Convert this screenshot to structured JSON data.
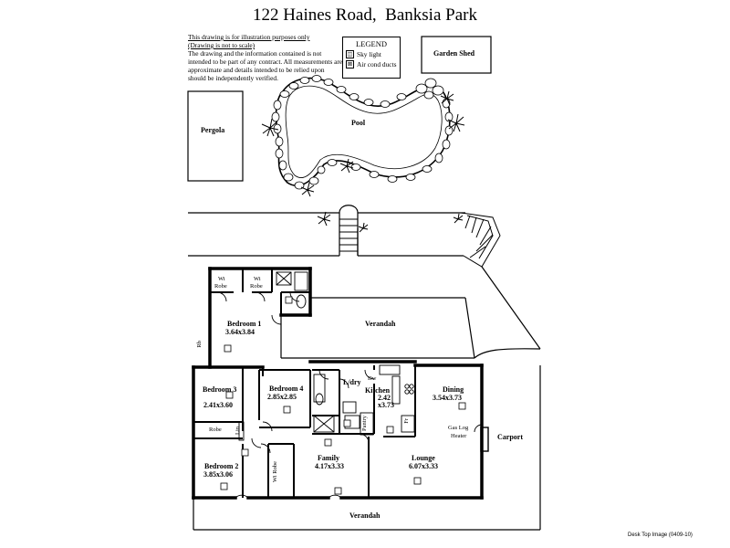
{
  "title": "122 Haines Road,  Banksia Park",
  "disclaimer": {
    "line1": "This drawing is for illustration purposes only",
    "line2": "(Drawing is not to scale)",
    "body": "The drawing and the information contained is not intended to be part of any contract.  All measurements are approximate and details intended to be relied upon should be independently verified."
  },
  "legend": {
    "title": "LEGEND",
    "items": [
      {
        "icon": "skylight-icon",
        "label": "Sky light"
      },
      {
        "icon": "air-duct-icon",
        "label": "Air cond ducts"
      }
    ]
  },
  "outdoor": {
    "garden_shed": "Garden Shed",
    "pergola": "Pergola",
    "pool": "Pool",
    "verandah_top": "Verandah",
    "verandah_bottom": "Verandah",
    "carport": "Carport"
  },
  "rooms": {
    "bedroom1": {
      "name": "Bedroom 1",
      "size": "3.64x3.84"
    },
    "bedroom2": {
      "name": "Bedroom 2",
      "size": "3.85x3.06"
    },
    "bedroom3": {
      "name": "Bedroom 3",
      "size": "2.41x3.60"
    },
    "bedroom4": {
      "name": "Bedroom 4",
      "size": "2.85x2.85"
    },
    "kitchen": {
      "name": "Kitchen",
      "size_a": "2.42",
      "size_b": "x3.73"
    },
    "dining": {
      "name": "Dining",
      "size": "3.54x3.73"
    },
    "family": {
      "name": "Family",
      "size": "4.17x3.33"
    },
    "lounge": {
      "name": "Lounge",
      "size": "6.07x3.33"
    }
  },
  "fixtures": {
    "wi_robe_left_a": "Wi",
    "wi_robe_left_b": "Robe",
    "wi_robe_right_a": "Wi",
    "wi_robe_right_b": "Robe",
    "laundry": "L/dry",
    "dishwasher": "Dw",
    "pantry": "Pantry",
    "fridge": "Fr",
    "robe": "Robe",
    "linen": "Lin",
    "wi_robe_vertical": "Wi Robe",
    "bedroom1_robe": "Rb",
    "gas_log_a": "Gas Log",
    "gas_log_b": "Heater"
  },
  "credit": "Desk Top Image  (0409-10)"
}
